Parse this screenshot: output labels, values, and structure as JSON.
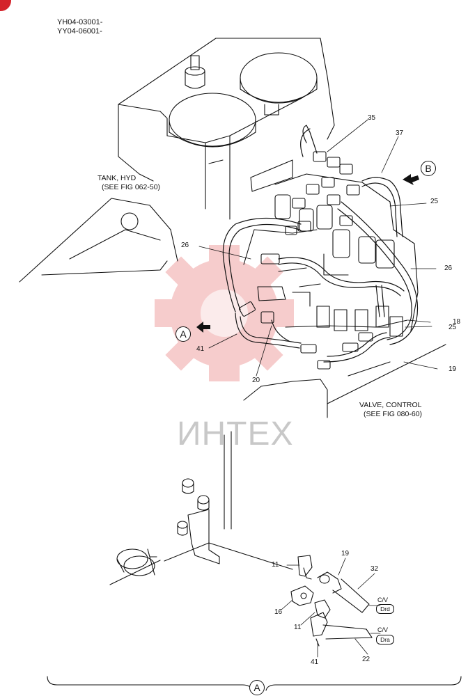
{
  "serials": [
    "YH04-03001-",
    "YY04-06001-"
  ],
  "references": {
    "tank": [
      "TANK, HYD",
      "(SEE FIG 062-50)"
    ],
    "valve": [
      "VALVE, CONTROL",
      "(SEE FIG 080-60)"
    ]
  },
  "views": {
    "a_left": "A",
    "b_right": "B",
    "a_bottom": "A"
  },
  "callouts": {
    "c35": "35",
    "c37": "37",
    "c25a": "25",
    "c26a": "26",
    "c26b": "26",
    "c18": "18",
    "c25b": "25",
    "c19a": "19",
    "c41a": "41",
    "c20": "20",
    "c11a": "11",
    "c19b": "19",
    "c32": "32",
    "c16": "16",
    "c11b": "11",
    "c41b": "41",
    "c22": "22"
  },
  "connectors": {
    "cv1": "C/V",
    "drd": "Drd",
    "cv2": "C/V",
    "dra": "Dra"
  },
  "watermark": "ИНТЕХ",
  "colors": {
    "watermark_logo": "#f2b4b4",
    "corner_badge": "#d4232b",
    "line": "#111111"
  }
}
